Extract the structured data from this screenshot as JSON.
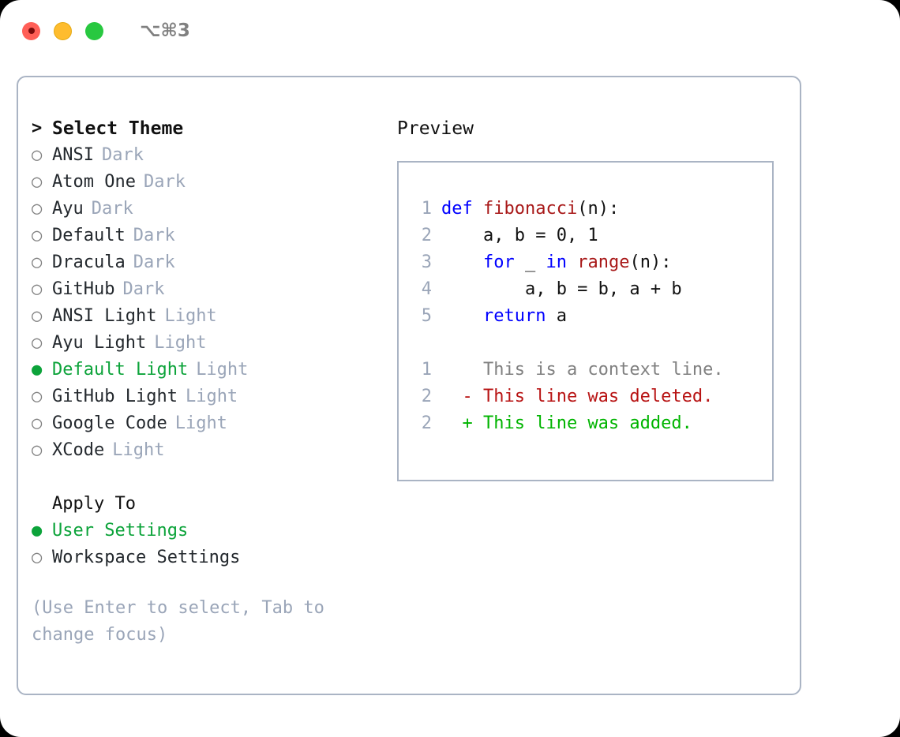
{
  "titlebar": {
    "shortcut": "⌥⌘3",
    "lights": [
      {
        "name": "close",
        "color": "#ff5f57"
      },
      {
        "name": "minimize",
        "color": "#febc2e"
      },
      {
        "name": "maximize",
        "color": "#28c840"
      }
    ]
  },
  "theme_picker": {
    "heading": "Select Theme",
    "heading_caret": ">",
    "bullet_empty": "○",
    "bullet_filled": "●",
    "items": [
      {
        "name": "ANSI",
        "variant": "Dark",
        "selected": false
      },
      {
        "name": "Atom One",
        "variant": "Dark",
        "selected": false
      },
      {
        "name": "Ayu",
        "variant": "Dark",
        "selected": false
      },
      {
        "name": "Default",
        "variant": "Dark",
        "selected": false
      },
      {
        "name": "Dracula",
        "variant": "Dark",
        "selected": false
      },
      {
        "name": "GitHub",
        "variant": "Dark",
        "selected": false
      },
      {
        "name": "ANSI Light",
        "variant": "Light",
        "selected": false
      },
      {
        "name": "Ayu Light",
        "variant": "Light",
        "selected": false
      },
      {
        "name": "Default Light",
        "variant": "Light",
        "selected": true
      },
      {
        "name": "GitHub Light",
        "variant": "Light",
        "selected": false
      },
      {
        "name": "Google Code",
        "variant": "Light",
        "selected": false
      },
      {
        "name": "XCode",
        "variant": "Light",
        "selected": false
      }
    ]
  },
  "apply_to": {
    "heading": "Apply To",
    "options": [
      {
        "label": "User Settings",
        "selected": true
      },
      {
        "label": "Workspace Settings",
        "selected": false
      }
    ]
  },
  "hint": "(Use Enter to select, Tab to change focus)",
  "preview": {
    "title": "Preview",
    "code_lines": [
      {
        "num": "1",
        "tokens": [
          {
            "t": "def ",
            "c": "kw"
          },
          {
            "t": "fibonacci",
            "c": "fn"
          },
          {
            "t": "(n):",
            "c": "txt"
          }
        ]
      },
      {
        "num": "2",
        "tokens": [
          {
            "t": "    a, b = 0, 1",
            "c": "txt"
          }
        ]
      },
      {
        "num": "3",
        "tokens": [
          {
            "t": "    ",
            "c": "txt"
          },
          {
            "t": "for",
            "c": "kw"
          },
          {
            "t": " _ ",
            "c": "txt"
          },
          {
            "t": "in",
            "c": "kw"
          },
          {
            "t": " ",
            "c": "txt"
          },
          {
            "t": "range",
            "c": "fn"
          },
          {
            "t": "(n):",
            "c": "txt"
          }
        ]
      },
      {
        "num": "4",
        "tokens": [
          {
            "t": "        a, b = b, a + b",
            "c": "txt"
          }
        ]
      },
      {
        "num": "5",
        "tokens": [
          {
            "t": "    ",
            "c": "txt"
          },
          {
            "t": "return",
            "c": "kw"
          },
          {
            "t": " a",
            "c": "txt"
          }
        ]
      }
    ],
    "diff_lines": [
      {
        "num": "1",
        "marker": "  ",
        "text": "This is a context line.",
        "kind": "ctx"
      },
      {
        "num": "2",
        "marker": "- ",
        "text": "This line was deleted.",
        "kind": "del"
      },
      {
        "num": "2",
        "marker": "+ ",
        "text": "This line was added.",
        "kind": "add"
      }
    ]
  },
  "colors": {
    "accent_green": "#0ca33a",
    "muted": "#9aa5b8",
    "border": "#aab4c4",
    "keyword": "#0000ff",
    "function": "#a81818",
    "diff_delete": "#b81414",
    "diff_add": "#00b400"
  }
}
